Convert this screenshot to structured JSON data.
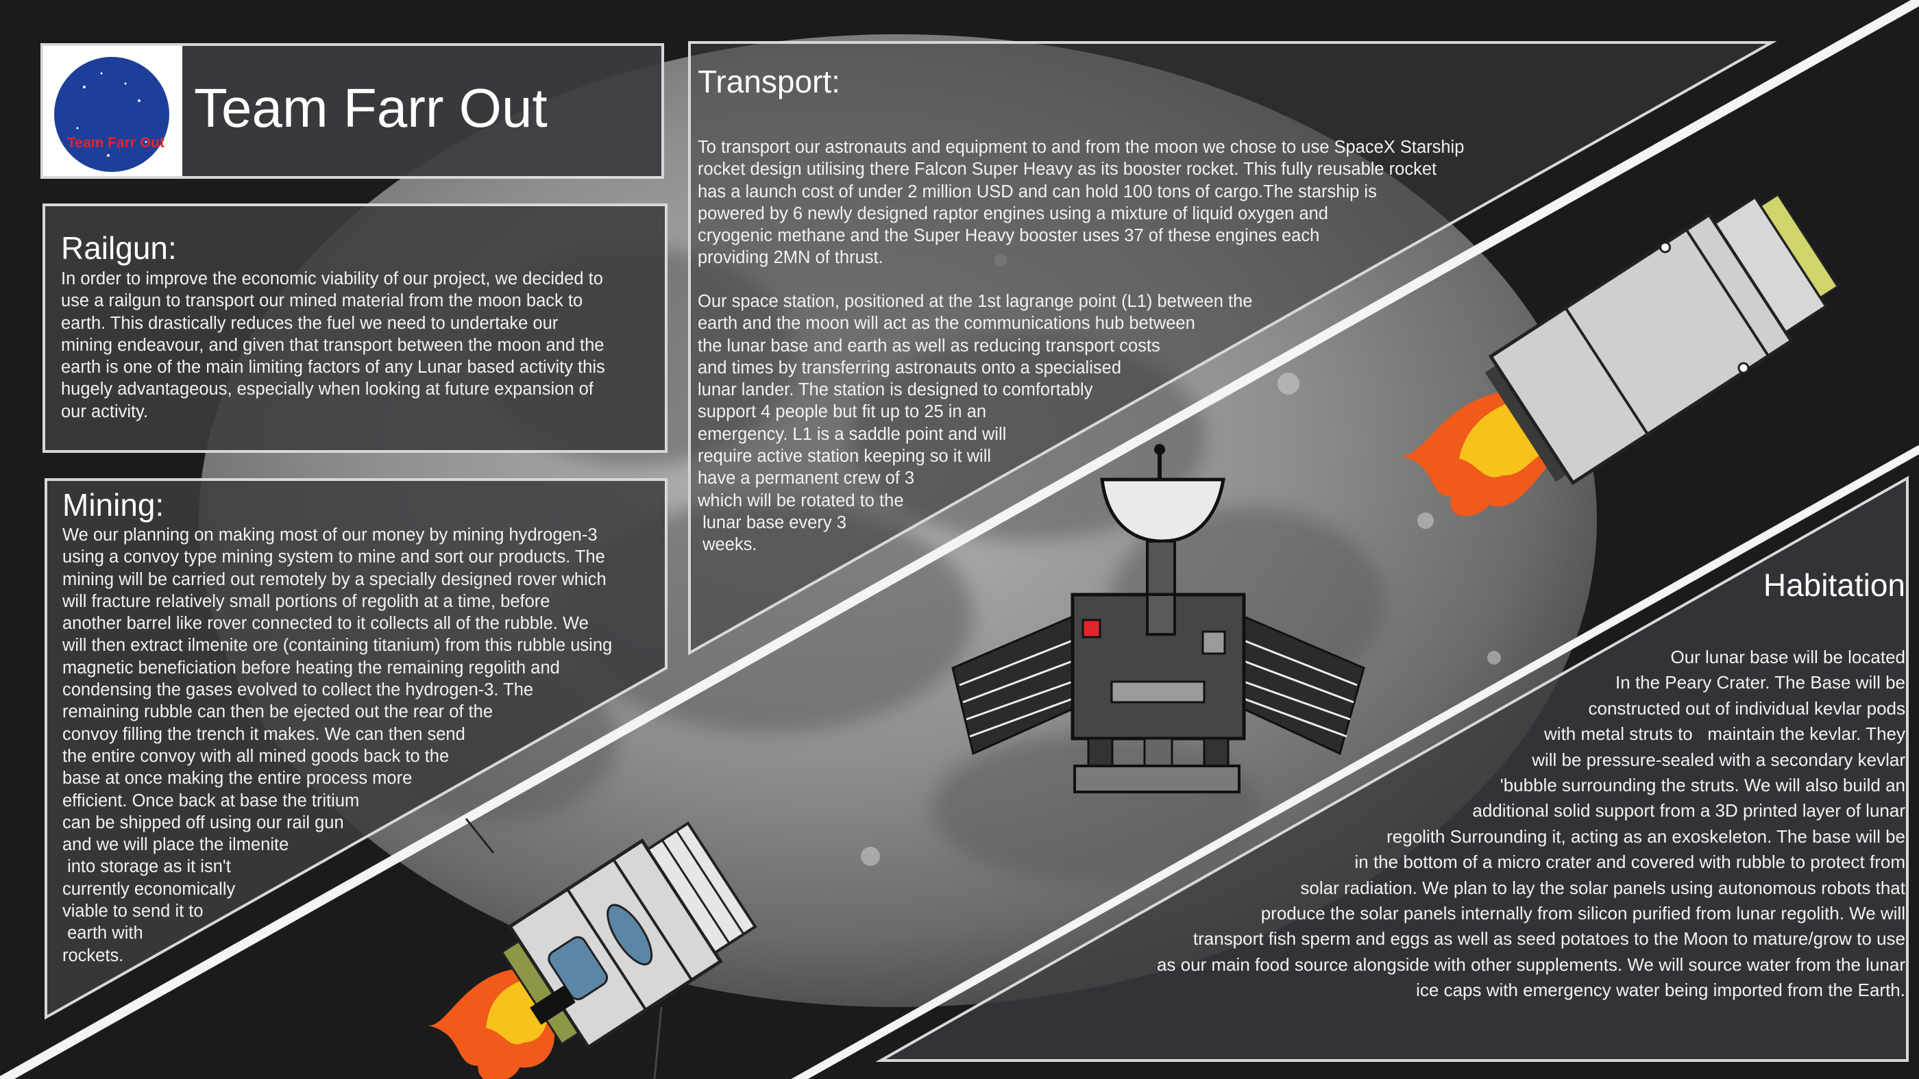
{
  "team": {
    "name": "Team Farr Out",
    "logo_text": "Team Farr Out",
    "logo_icon": "team-logo-planet-icon"
  },
  "railgun": {
    "heading": "Railgun:",
    "lines": [
      "In order to improve the economic viability of our project, we decided to",
      "use a railgun to transport our mined material from the moon back to",
      "earth. This drastically reduces the fuel we need to undertake our",
      "mining endeavour, and given that transport between the moon and the",
      "earth is one of the main limiting factors of any Lunar based activity this",
      "hugely advantageous, especially when looking at future expansion of",
      "our activity."
    ]
  },
  "mining": {
    "heading": "Mining:",
    "lines": [
      "We our planning on making most of our money by mining hydrogen-3",
      "using a convoy type mining system to mine and sort our products. The",
      "mining will be carried out remotely by a specially designed rover which",
      "will fracture relatively small portions of regolith at a time, before",
      "another barrel like rover connected to it collects all of the rubble. We",
      "will then extract ilmenite ore (containing titanium) from this rubble using",
      "magnetic beneficiation before heating the remaining regolith and",
      "condensing the gases evolved to collect the hydrogen-3. The",
      "remaining rubble can then be ejected out the rear of the",
      "convoy filling the trench it makes. We can then send",
      "the entire convoy with all mined goods back to the",
      "base at once making the entire process more",
      "efficient. Once back at base the tritium",
      "can be shipped off using our rail gun",
      "and we will place the ilmenite",
      " into storage as it isn't",
      "currently economically",
      "viable to send it to",
      " earth with",
      "rockets."
    ]
  },
  "transport": {
    "heading": "Transport:",
    "paragraph1": [
      "To transport our astronauts and equipment to and from the moon we chose to use SpaceX Starship",
      "rocket design utilising there Falcon Super Heavy as its booster rocket. This fully reusable rocket",
      "has a launch cost of under 2 million USD and can hold 100 tons of cargo.The starship is",
      "powered by 6 newly designed raptor engines using a mixture of liquid oxygen and",
      "cryogenic methane and the Super Heavy booster uses 37 of these engines each",
      "providing 2MN of thrust."
    ],
    "paragraph2": [
      "Our space station, positioned at the 1st lagrange point (L1) between the",
      "earth and the moon will act as the communications hub between",
      "the lunar base and earth as well as reducing transport costs",
      "and times by transferring astronauts onto a specialised",
      "lunar lander. The station is designed to comfortably",
      "support 4 people but fit up to 25 in an",
      "emergency. L1 is a saddle point and will",
      "require active station keeping so it will",
      "have a permanent crew of 3",
      "which will be rotated to the",
      " lunar base every 3",
      " weeks."
    ]
  },
  "habitation": {
    "heading": "Habitation",
    "lines": [
      "Our lunar base will be located",
      "In the Peary Crater. The Base will be",
      "constructed out of individual kevlar pods",
      "with metal struts to   maintain the kevlar. They",
      "will be pressure-sealed with a secondary kevlar",
      "'bubble surrounding the struts. We will also build an",
      "additional solid support from a 3D printed layer of lunar",
      "regolith Surrounding it, acting as an exoskeleton. The base will be",
      "in the bottom of a micro crater and covered with rubble to protect from",
      "solar radiation. We plan to lay the solar panels using autonomous robots that",
      "produce the solar panels internally from silicon purified from lunar regolith. We will",
      "transport fish sperm and eggs as well as seed potatoes to the Moon to mature/grow to use",
      "as our main food source alongside with other supplements. We will source water from the lunar",
      "ice caps with emergency water being imported from the Earth."
    ]
  },
  "illustrations": {
    "moon": "moon-icon",
    "rocket": "rocket-icon",
    "space_station": "space-station-icon",
    "rover": "rover-icon"
  },
  "colors": {
    "background": "#1b1b1d",
    "panel": "#3c3c40",
    "panel_border": "#d8d8d8",
    "logo_blue": "#1d3f9a",
    "logo_red": "#e0262b",
    "flame_orange": "#f05a1a",
    "flame_yellow": "#f7c21b"
  }
}
